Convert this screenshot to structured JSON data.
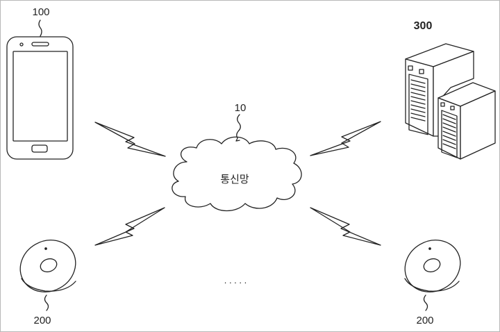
{
  "labels": {
    "phone_ref": "100",
    "server_ref": "300",
    "network_ref": "10",
    "network_name": "통신망",
    "device_left_ref": "200",
    "device_right_ref": "200",
    "ellipsis": ". . . . ."
  },
  "icons": {
    "phone": "smartphone-icon",
    "server": "server-rack-icon",
    "network": "cloud-icon",
    "device": "disc-device-icon",
    "link": "lightning-bolt-icon"
  },
  "colors": {
    "line": "#222222",
    "background": "#ffffff"
  }
}
